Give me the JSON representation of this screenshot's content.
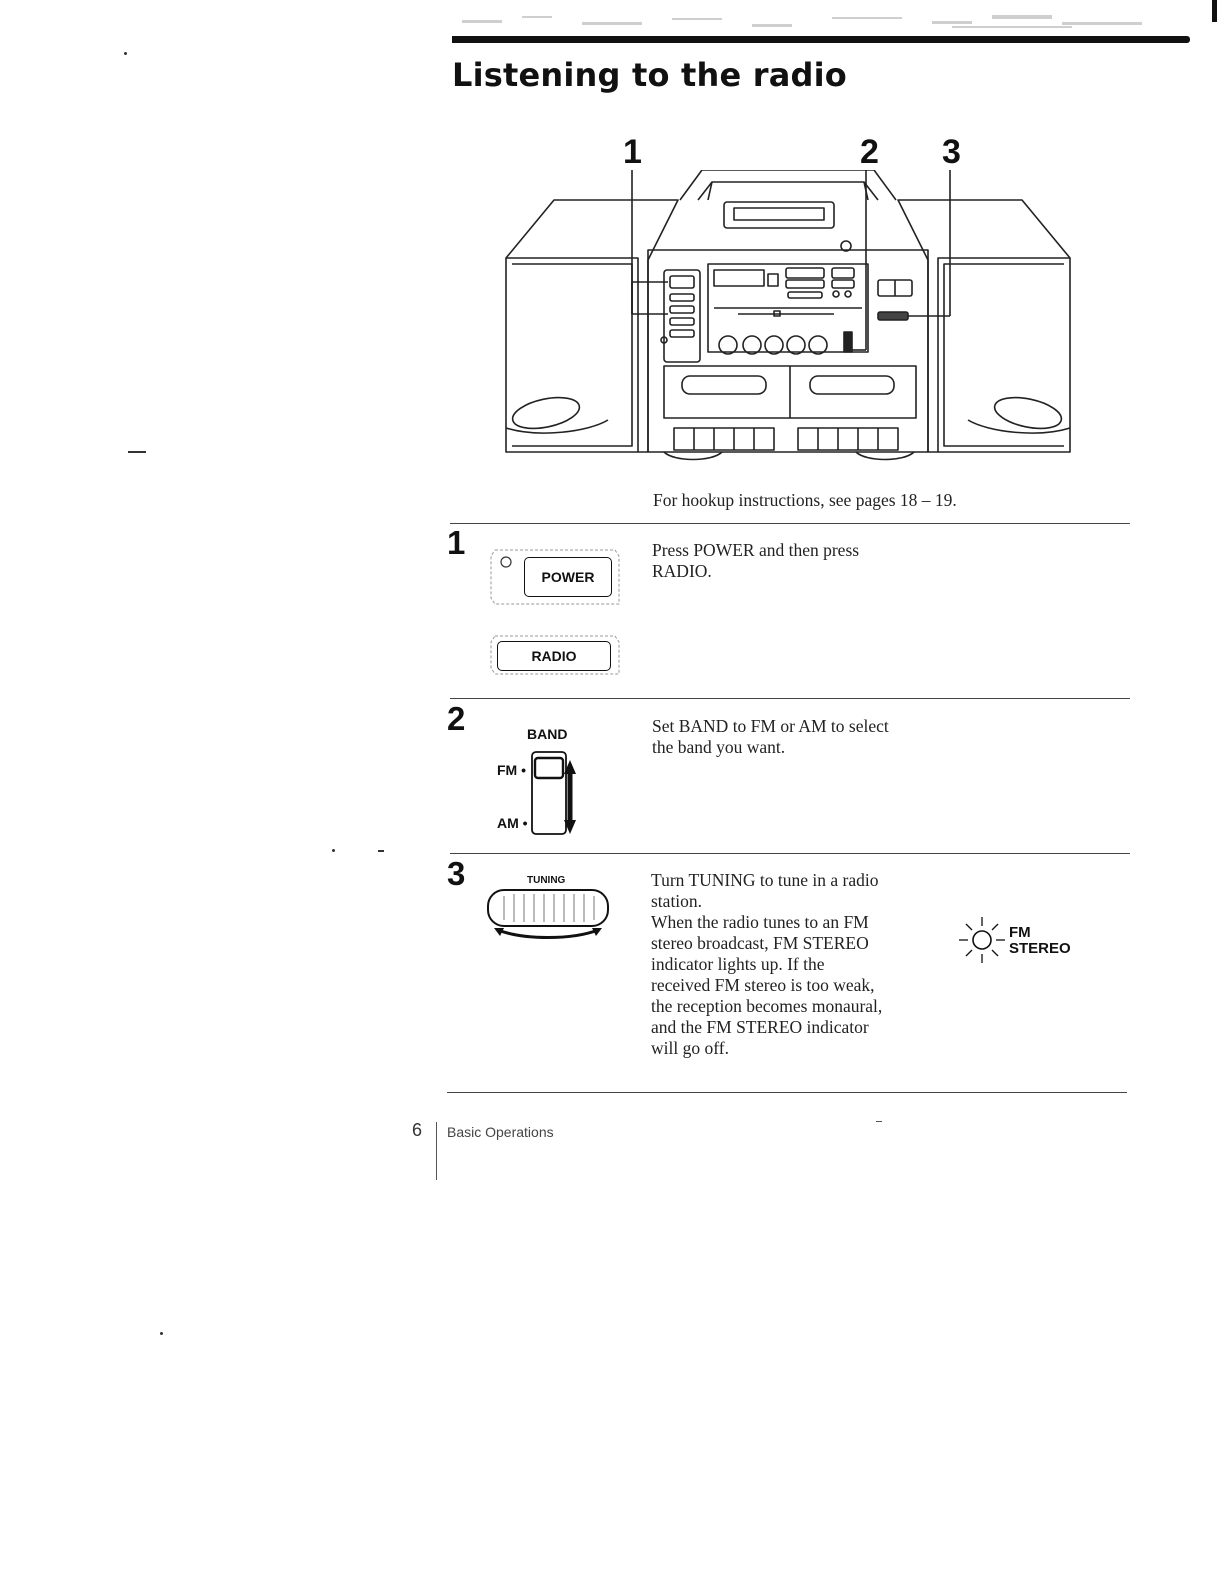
{
  "header": {
    "title": "Listening to the radio"
  },
  "illustration": {
    "callouts": [
      "1",
      "2",
      "3"
    ]
  },
  "hookup_note": "For hookup instructions, see pages 18 – 19.",
  "steps": [
    {
      "number": "1",
      "buttons": [
        "POWER",
        "RADIO"
      ],
      "text": [
        "Press POWER and then press",
        "RADIO."
      ]
    },
    {
      "number": "2",
      "control_label": "BAND",
      "positions": [
        "FM •",
        "AM •"
      ],
      "text": [
        "Set BAND to FM or AM to select",
        "the band you want."
      ]
    },
    {
      "number": "3",
      "control_label": "TUNING",
      "text": [
        "Turn TUNING to tune in a radio",
        "station.",
        "When the radio tunes to an FM",
        "stereo broadcast, FM STEREO",
        "indicator lights up.  If the",
        "received FM stereo is too weak,",
        "the reception becomes monaural,",
        "and the FM STEREO indicator",
        "will go off."
      ],
      "indicator": [
        "FM",
        "STEREO"
      ]
    }
  ],
  "footer": {
    "page_number": "6",
    "section": "Basic Operations"
  }
}
